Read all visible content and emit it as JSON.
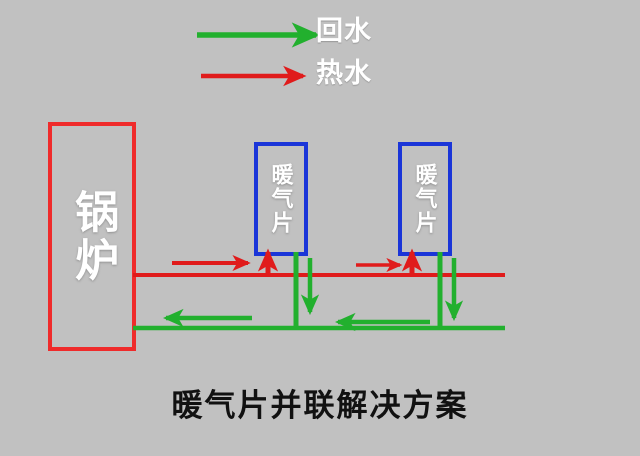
{
  "diagram": {
    "title": "暖气片并联解决方案",
    "background_color": "#c1c1c1",
    "legend": {
      "items": [
        {
          "label": "回水",
          "color": "#22b02e",
          "arrow": "right-arrow-icon"
        },
        {
          "label": "热水",
          "color": "#e01b1b",
          "arrow": "right-arrow-icon"
        }
      ]
    },
    "components": {
      "boiler": {
        "label": "锅炉",
        "border_color": "#ef2b2b",
        "orientation": "vertical-text"
      },
      "radiators": [
        {
          "label": "暖气片",
          "border_color": "#1a35d8",
          "orientation": "vertical-text"
        },
        {
          "label": "暖气片",
          "border_color": "#1a35d8",
          "orientation": "vertical-text"
        }
      ]
    },
    "pipes": {
      "hot_water": {
        "color": "#e01b1b",
        "name": "hot-water-supply-line"
      },
      "return_water": {
        "color": "#22b02e",
        "name": "return-water-line"
      }
    }
  }
}
